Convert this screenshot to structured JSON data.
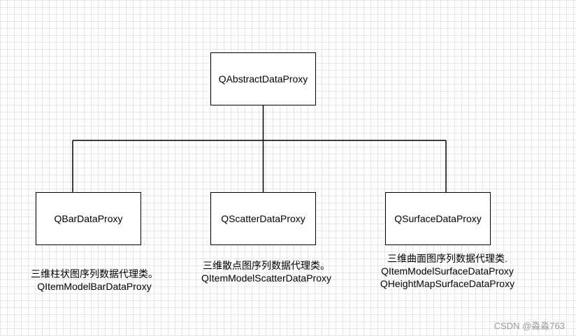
{
  "diagram": {
    "root": {
      "label": "QAbstractDataProxy"
    },
    "children": [
      {
        "label": "QBarDataProxy",
        "note_lines": [
          "三维柱状图序列数据代理类。",
          "QItemModelBarDataProxy"
        ]
      },
      {
        "label": "QScatterDataProxy",
        "note_lines": [
          "三维散点图序列数据代理类。",
          "QItemModelScatterDataProxy"
        ]
      },
      {
        "label": "QSurfaceDataProxy",
        "note_lines": [
          "三维曲面图序列数据代理类.",
          "QItemModelSurfaceDataProxy",
          "QHeightMapSurfaceDataProxy"
        ]
      }
    ]
  },
  "watermark": "CSDN @淼淼763"
}
